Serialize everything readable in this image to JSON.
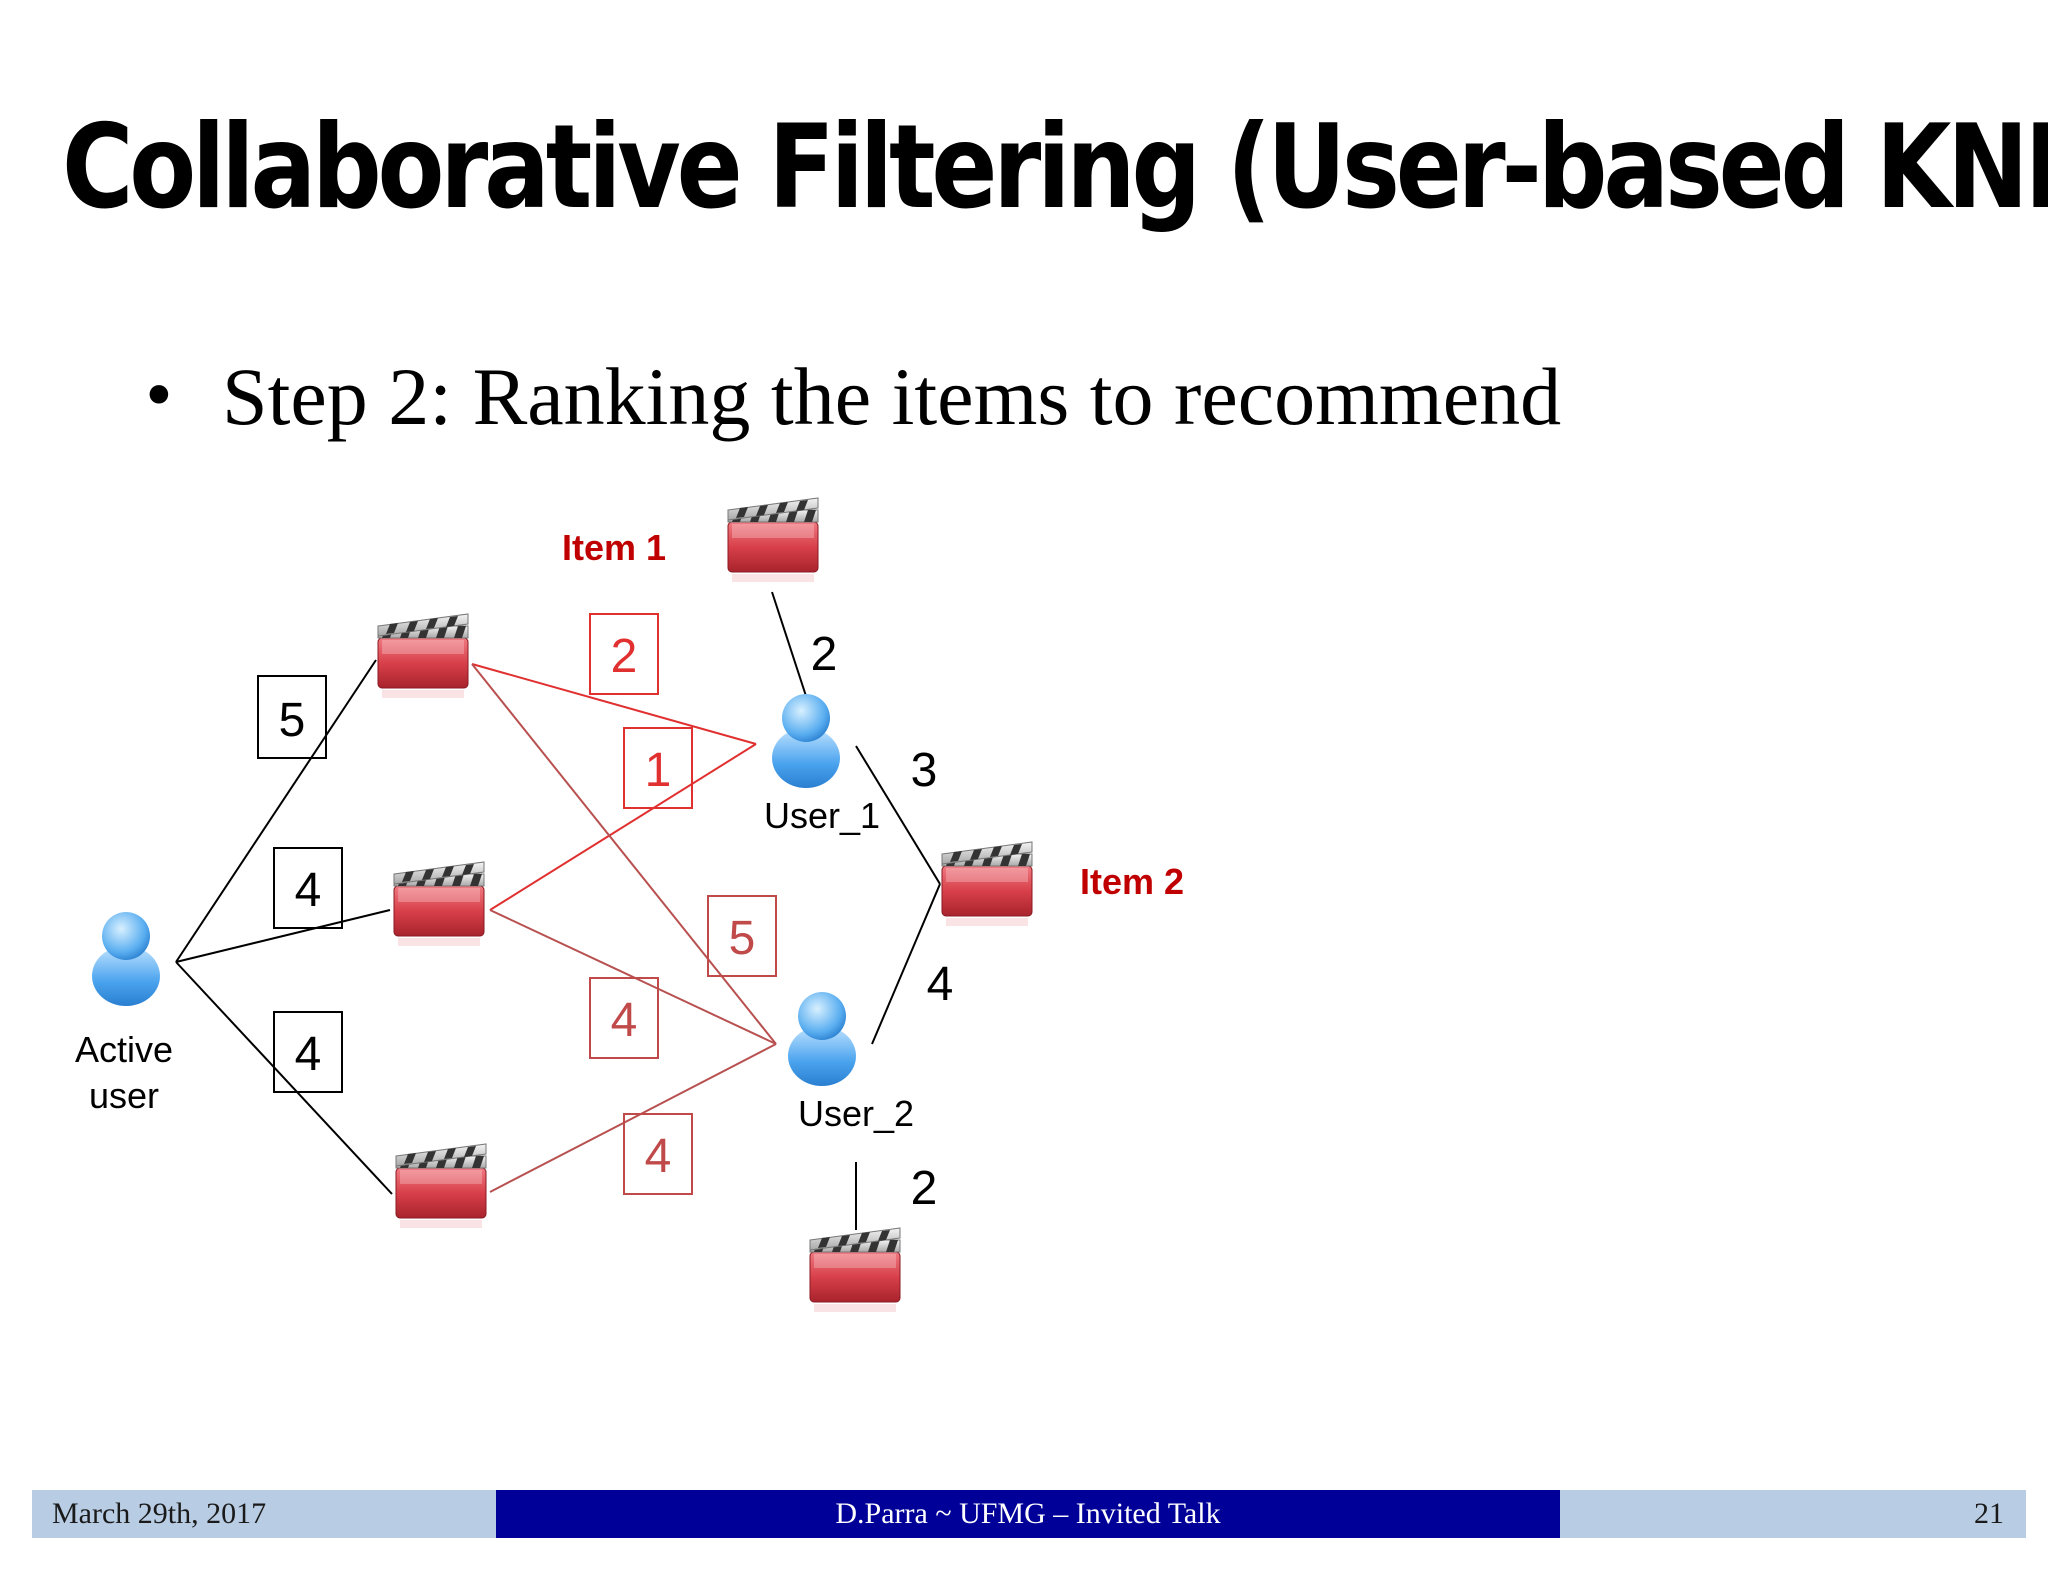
{
  "slide": {
    "title": "Collaborative Filtering (User-based KNN)",
    "bullet": "Step 2: Ranking the items to recommend"
  },
  "diagram": {
    "labels": {
      "item1": "Item 1",
      "item2": "Item 2",
      "user1": "User_1",
      "user2": "User_2",
      "active_line1": "Active",
      "active_line2": "user"
    },
    "ratings": {
      "active_m1": "5",
      "active_m2": "4",
      "active_m3": "4",
      "m1_user1": "2",
      "m2_user1": "1",
      "m1_user2": "5",
      "m2_user2": "4",
      "m3_user2": "4",
      "item1_user1": "2",
      "user1_item2": "3",
      "user2_item2": "4",
      "user2_m6": "2"
    },
    "colors": {
      "red_label": "#c00000",
      "red_edge": "#e03030",
      "dark_red_edge": "#b85050",
      "user_blue": "#4aa3ee"
    }
  },
  "footer": {
    "date": "March 29th, 2017",
    "center": "D.Parra ~ UFMG – Invited Talk",
    "page": "21"
  }
}
